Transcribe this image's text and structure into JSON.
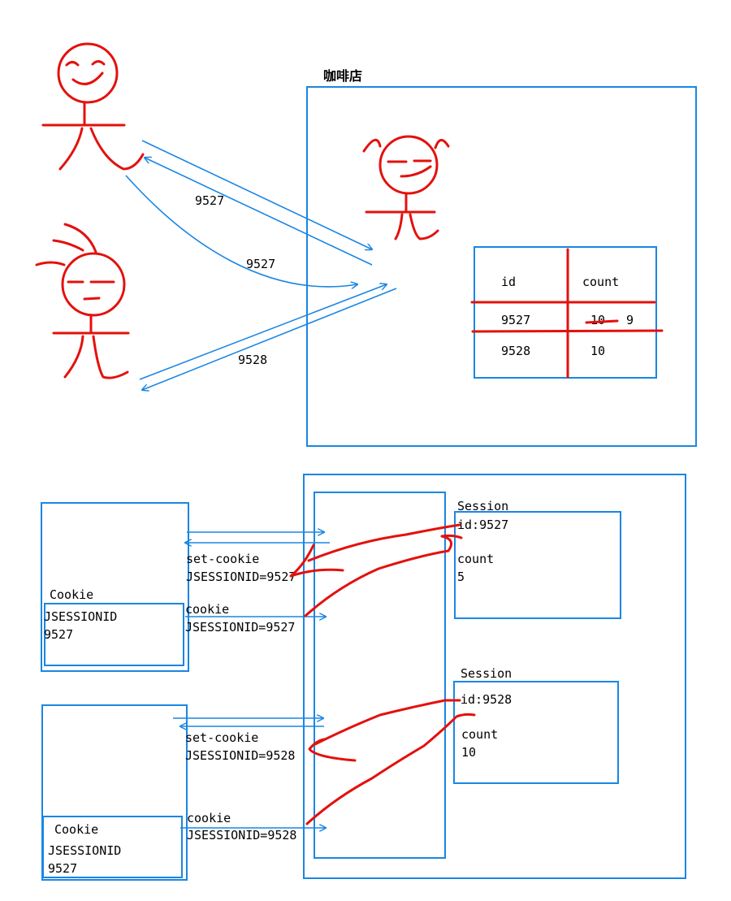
{
  "top": {
    "shop_title": "咖啡店",
    "arrow_labels": [
      "9527",
      "9527",
      "9528"
    ],
    "table": {
      "headers": [
        "id",
        "count"
      ],
      "rows": [
        {
          "id": "9527",
          "count_old": "10",
          "count_new": "9"
        },
        {
          "id": "9528",
          "count": "10"
        }
      ]
    }
  },
  "bottom": {
    "clients": [
      {
        "cookie_title": "Cookie",
        "cookie_lines": [
          "JSESSIONID",
          "9527"
        ],
        "set_cookie_label": "set-cookie",
        "set_cookie_value": "JSESSIONID=9527",
        "cookie_label": "cookie",
        "cookie_value": "JSESSIONID=9527"
      },
      {
        "cookie_title": "Cookie",
        "cookie_lines": [
          "JSESSIONID",
          "9527"
        ],
        "set_cookie_label": "set-cookie",
        "set_cookie_value": "JSESSIONID=9528",
        "cookie_label": "cookie",
        "cookie_value": "JSESSIONID=9528"
      }
    ],
    "sessions": [
      {
        "title": "Session",
        "id": "id:9527",
        "count_label": "count",
        "count": "5"
      },
      {
        "title": "Session",
        "id": "id:9528",
        "count_label": "count",
        "count": "10"
      }
    ]
  },
  "colors": {
    "line": "#1a86e3",
    "ink": "#e3110d",
    "text": "#000000"
  }
}
